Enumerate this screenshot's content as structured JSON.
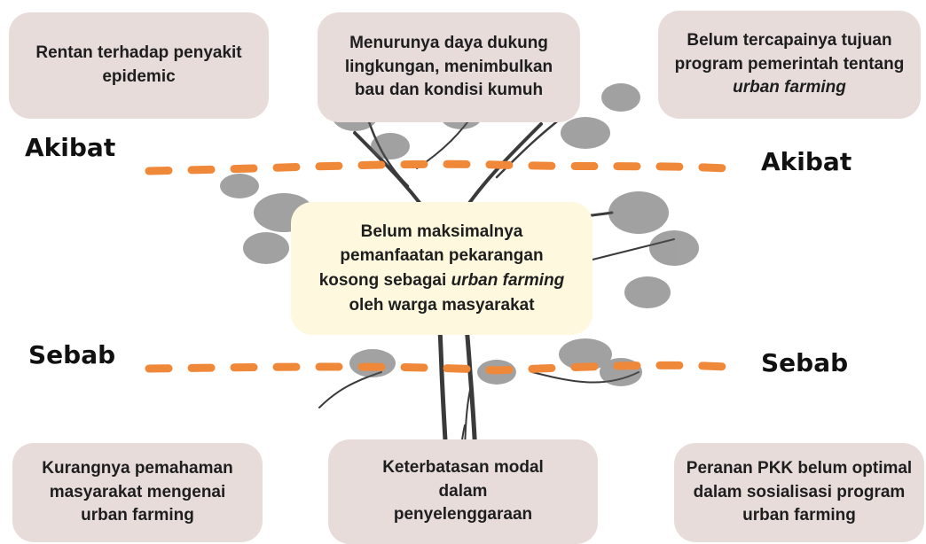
{
  "colors": {
    "box_fill": "#e7dcd9",
    "center_fill": "#fdf8de",
    "dash_color": "#f0883a",
    "tree_ink": "#3a3a3a"
  },
  "labels": {
    "akibat_left": "Akibat",
    "akibat_right": "Akibat",
    "sebab_left": "Sebab",
    "sebab_right": "Sebab"
  },
  "effects": {
    "left": "Rentan terhadap penyakit epidemic",
    "middle": "Menurunya daya dukung lingkungan, menimbulkan bau dan kondisi kumuh",
    "right": {
      "pre": "Belum tercapainya tujuan program pemerintah tentang ",
      "emph": "urban farming"
    }
  },
  "core_problem": {
    "line1": "Belum maksimalnya pemanfaatan pekarangan kosong sebagai ",
    "emph1": "urban farming",
    "line2": " oleh warga masyarakat"
  },
  "causes": {
    "left": "Kurangnya pemahaman masyarakat mengenai urban farming",
    "middle": "Keterbatasan modal dalam penyelenggaraan",
    "right": "Peranan PKK belum optimal dalam sosialisasi program urban farming"
  },
  "illustration": "tree-sketch"
}
